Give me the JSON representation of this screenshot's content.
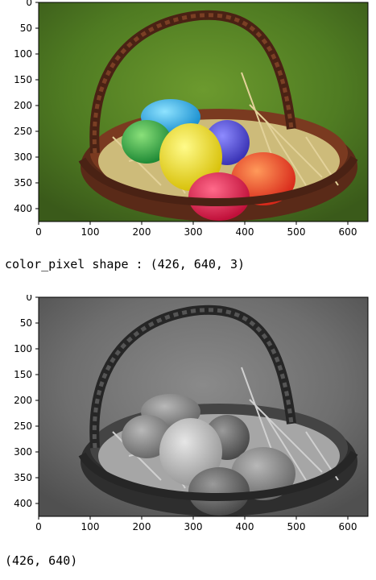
{
  "outputs": {
    "color_shape_text": "color_pixel shape : (426, 640, 3)",
    "gray_shape_text": "(426, 640)"
  },
  "plots": {
    "color": {
      "kind": "imshow-rgb",
      "x_ticks": [
        "0",
        "100",
        "200",
        "300",
        "400",
        "500",
        "600"
      ],
      "y_ticks": [
        "0",
        "50",
        "100",
        "150",
        "200",
        "250",
        "300",
        "350",
        "400"
      ]
    },
    "gray": {
      "kind": "imshow-grayscale",
      "x_ticks": [
        "0",
        "100",
        "200",
        "300",
        "400",
        "500",
        "600"
      ],
      "y_ticks": [
        "0",
        "50",
        "100",
        "150",
        "200",
        "250",
        "300",
        "350",
        "400"
      ]
    }
  },
  "image_content": {
    "subject": "Easter eggs in a wicker basket on grass",
    "egg_colors": [
      "#2fb3e8",
      "#3bb24a",
      "#5b56d6",
      "#f2e21e",
      "#e8452a",
      "#e0184a"
    ]
  }
}
